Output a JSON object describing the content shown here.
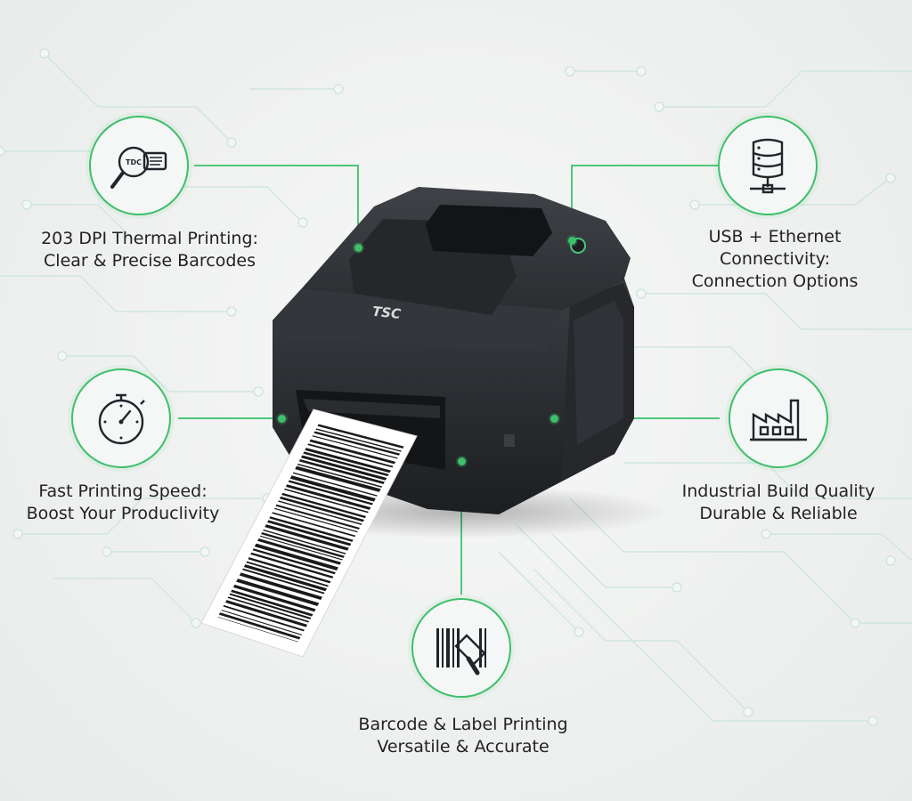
{
  "product": {
    "brand": "TSC"
  },
  "accent_color": "#3fbf6c",
  "features": [
    {
      "icon": "magnifier-tdc-icon",
      "title": "203 DPI Thermal Printing:",
      "subtitle": "Clear & Precise Barcodes"
    },
    {
      "icon": "server-network-icon",
      "title": "USB + Ethernet",
      "subtitle": "Connectivity:",
      "extra": "Connection Options"
    },
    {
      "icon": "stopwatch-icon",
      "title": "Fast Printing Speed:",
      "subtitle": "Boost Your Producl­ivity"
    },
    {
      "icon": "factory-icon",
      "title": "Industrial Build Quality",
      "subtitle": "Durable & Reliable"
    },
    {
      "icon": "barcode-scanner-icon",
      "title": "Barcode & Label Printing",
      "subtitle": "Versatile & Accurate"
    }
  ],
  "icon_labels": {
    "tdc": "TDC"
  }
}
